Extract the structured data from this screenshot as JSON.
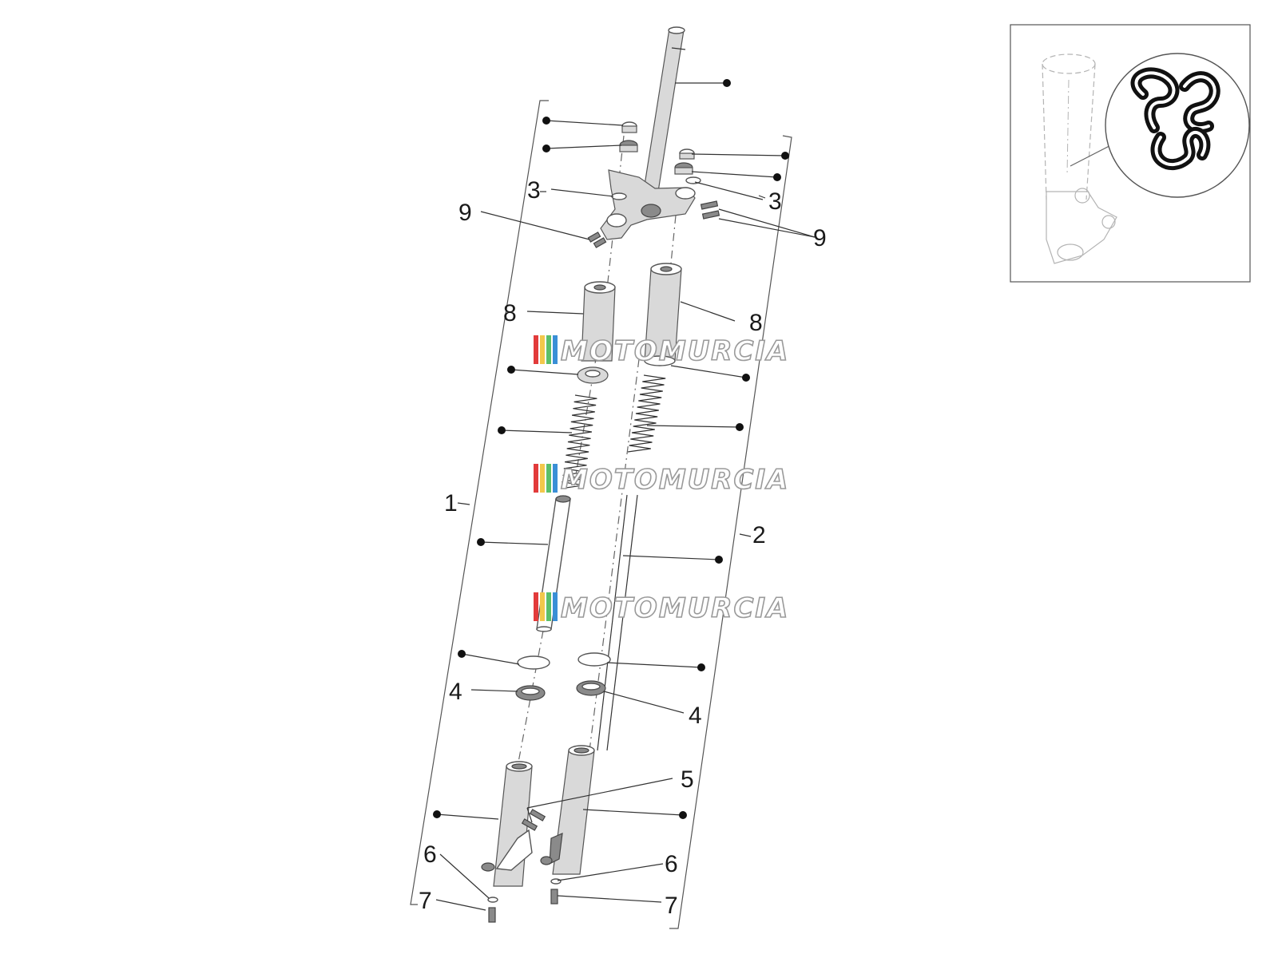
{
  "callouts": [
    "1",
    "2",
    "3",
    "3",
    "4",
    "4",
    "5",
    "6",
    "6",
    "7",
    "7",
    "8",
    "8",
    "9",
    "9"
  ],
  "watermark": {
    "text": "MOTOMURCIA",
    "stripe_colors": [
      "#e23b3b",
      "#f2c84b",
      "#5bbf6a",
      "#3a8fd6"
    ]
  },
  "inset": {
    "icon": "tri-loop-logo-icon"
  },
  "colors": {
    "line": "#555555",
    "label": "#1a1a1a",
    "bullet": "#111111"
  }
}
